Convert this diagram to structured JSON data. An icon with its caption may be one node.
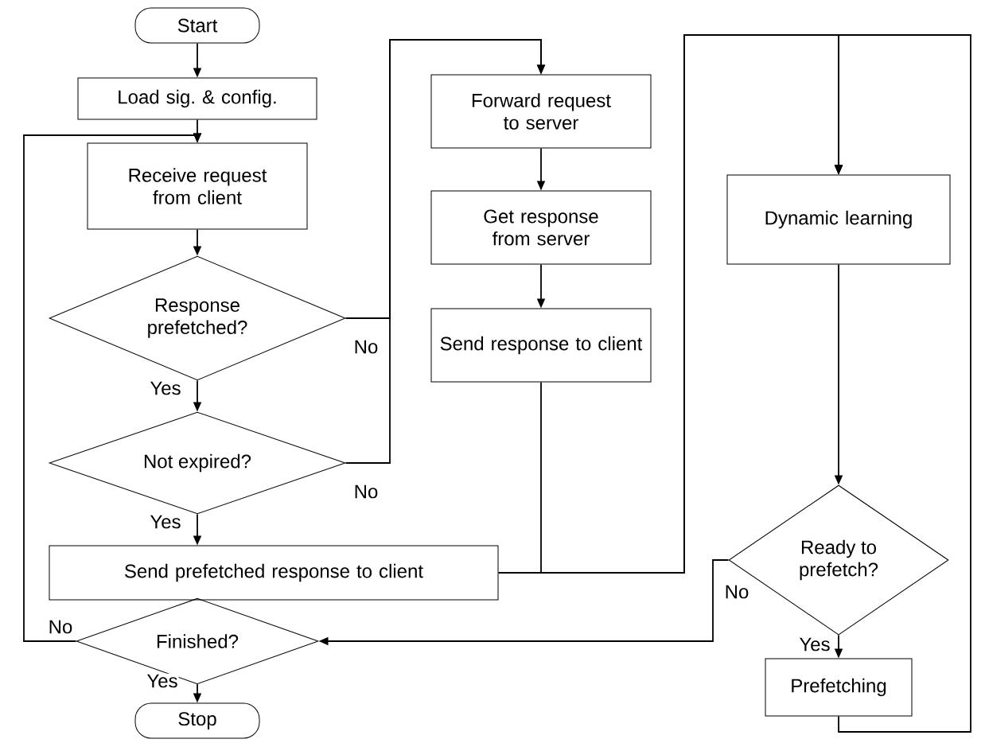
{
  "diagram": {
    "nodes": [
      {
        "text": [
          "Start"
        ]
      },
      {
        "text": [
          "Load sig. & config."
        ]
      },
      {
        "text": [
          "Receive request from client"
        ]
      },
      {
        "text": [
          "Response prefetched?"
        ]
      },
      {
        "text": [
          "Not expired?"
        ]
      },
      {
        "text": [
          "Send prefetched response to client"
        ]
      },
      {
        "text": [
          "Finished?"
        ]
      },
      {
        "text": [
          "Stop"
        ]
      },
      {
        "text": [
          "Forward request to server"
        ]
      },
      {
        "text": [
          "Get response from server"
        ]
      },
      {
        "text": [
          "Send response to client"
        ]
      },
      {
        "text": [
          "Dynamic learning"
        ]
      },
      {
        "text": [
          "Ready to prefetch?"
        ]
      },
      {
        "text": [
          "Prefetching"
        ]
      }
    ],
    "edges": [
      {
        "from": 0,
        "to": 1,
        "arrow": "to"
      },
      {
        "from": 1,
        "to": 2,
        "arrow": "to"
      },
      {
        "from": 2,
        "to": 3,
        "arrow": "to"
      },
      {
        "from": 3,
        "to": 4,
        "arrow": "to",
        "label": "Yes"
      },
      {
        "from": 3,
        "to": 8,
        "arrow": "to",
        "label": "No"
      },
      {
        "from": 4,
        "to": 8,
        "arrow": "to",
        "label": "No"
      },
      {
        "from": 4,
        "to": 5,
        "arrow": "to",
        "label": "Yes"
      },
      {
        "from": 8,
        "to": 9,
        "arrow": "to"
      },
      {
        "from": 9,
        "to": 10,
        "arrow": "to"
      },
      {
        "from": 10,
        "to": 11,
        "arrow": "to"
      },
      {
        "from": 5,
        "to": 11,
        "arrow": "to"
      },
      {
        "from": 13,
        "to": 11,
        "arrow": "to"
      },
      {
        "from": 11,
        "to": 12,
        "arrow": "to"
      },
      {
        "from": 12,
        "to": 13,
        "arrow": "to",
        "label": "Yes"
      },
      {
        "from": 12,
        "to": 6,
        "arrow": "to",
        "label": "No"
      },
      {
        "from": 6,
        "to": 7,
        "arrow": "to",
        "label": "Yes"
      },
      {
        "from": 6,
        "to": 2,
        "arrow": "to",
        "label": "No"
      }
    ]
  }
}
